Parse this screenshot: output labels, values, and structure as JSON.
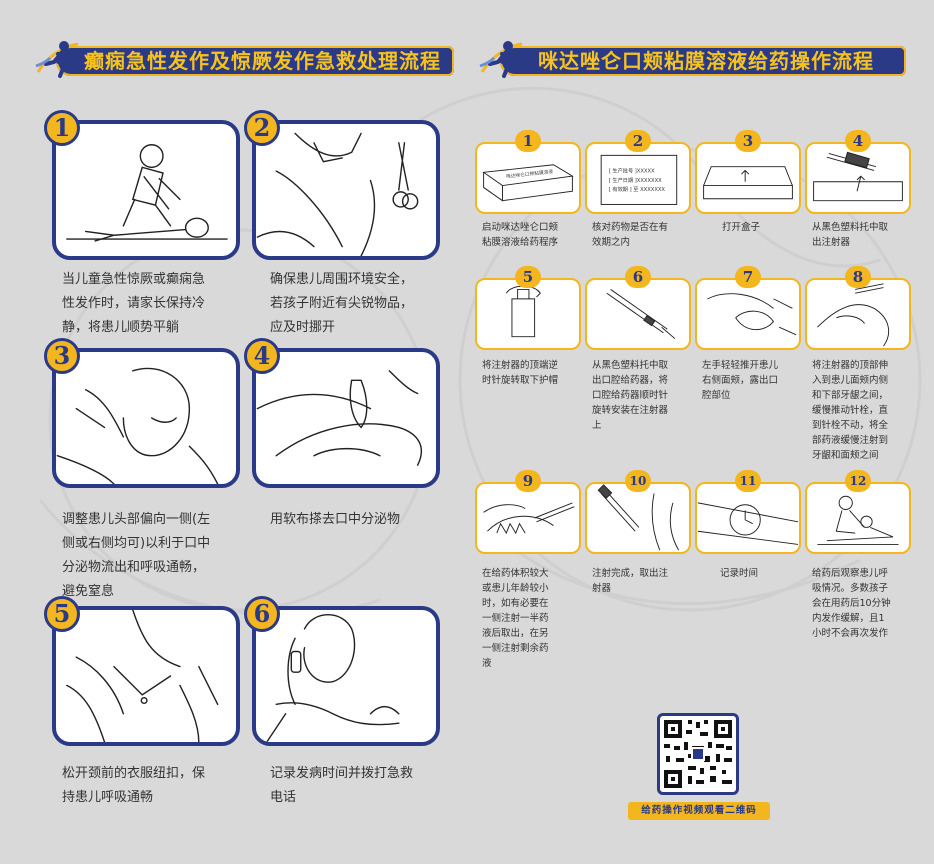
{
  "left_section": {
    "title": "癫痫急性发作及惊厥发作急救处理流程",
    "steps": [
      {
        "number": "1",
        "caption_lines": [
          "当儿童急性惊厥或癫痫急",
          "性发作时，请家长保持冷",
          "静，将患儿顺势平躺"
        ]
      },
      {
        "number": "2",
        "caption_lines": [
          "确保患儿周围环境安全，",
          "若孩子附近有尖锐物品，",
          "应及时挪开"
        ]
      },
      {
        "number": "3",
        "caption_lines": [
          "调整患儿头部偏向一侧(左",
          "侧或右侧均可)以利于口中",
          "分泌物流出和呼吸通畅，",
          "避免窒息"
        ]
      },
      {
        "number": "4",
        "caption_lines": [
          "用软布搽去口中分泌物"
        ]
      },
      {
        "number": "5",
        "caption_lines": [
          "松开颈前的衣服纽扣，保",
          "持患儿呼吸通畅"
        ]
      },
      {
        "number": "6",
        "caption_lines": [
          "记录发病时间并拨打急救",
          "电话"
        ]
      }
    ]
  },
  "right_section": {
    "title": "咪达唑仑口颊粘膜溶液给药操作流程",
    "box_label": "咪达唑仑口颊粘膜溶液",
    "label_lines": [
      "[ 生产批号 ]XXXXX",
      "[ 生产日期 ]XXXXXXX",
      "[ 有效期 ] 至 XXXXXXX"
    ],
    "steps": [
      {
        "number": "1",
        "caption_lines": [
          "启动咪达唑仑口颊",
          "粘膜溶液给药程序"
        ]
      },
      {
        "number": "2",
        "caption_lines": [
          "核对药物是否在有",
          "效期之内"
        ]
      },
      {
        "number": "3",
        "caption_lines": [
          "打开盒子"
        ]
      },
      {
        "number": "4",
        "caption_lines": [
          "从黑色塑料托中取",
          "出注射器"
        ]
      },
      {
        "number": "5",
        "caption_lines": [
          "将注射器的顶端逆",
          "时针旋转取下护帽"
        ]
      },
      {
        "number": "6",
        "caption_lines": [
          "从黑色塑料托中取",
          "出口腔给药器，将",
          "口腔给药器顺时针",
          "旋转安装在注射器",
          "上"
        ]
      },
      {
        "number": "7",
        "caption_lines": [
          "左手轻轻推开患儿",
          "右侧面颊，露出口",
          "腔部位"
        ]
      },
      {
        "number": "8",
        "caption_lines": [
          "将注射器的顶部伸",
          "入到患儿面颊内侧",
          "和下部牙龈之间，",
          "缓慢推动针栓，直",
          "到针栓不动，将全",
          "部药液缓慢注射到",
          "牙龈和面颊之间"
        ]
      },
      {
        "number": "9",
        "caption_lines": [
          "在给药体积较大",
          "或患儿年龄较小",
          "时，如有必要在",
          "一侧注射一半药",
          "液后取出，在另",
          "一侧注射剩余药",
          "液"
        ]
      },
      {
        "number": "10",
        "caption_lines": [
          "注射完成，取出注",
          "射器"
        ]
      },
      {
        "number": "11",
        "caption_lines": [
          "记录时间"
        ]
      },
      {
        "number": "12",
        "caption_lines": [
          "给药后观察患儿呼",
          "吸情况。多数孩子",
          "会在用药后10分钟",
          "内发作缓解，且1",
          "小时不会再次发作"
        ]
      }
    ],
    "qr_caption": "给药操作视频观看二维码"
  },
  "colors": {
    "navy": "#2b3a86",
    "gold": "#f3b61f",
    "background": "#d9d9d9"
  }
}
